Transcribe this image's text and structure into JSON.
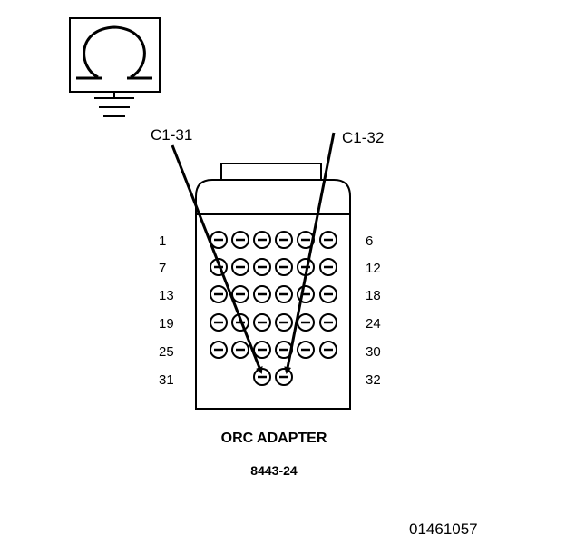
{
  "meter": {
    "icon": "ohm-symbol-icon",
    "ground_icon": "ground-icon"
  },
  "probes": {
    "left": "C1-31",
    "right": "C1-32"
  },
  "connector": {
    "row_labels_left": [
      "1",
      "7",
      "13",
      "19",
      "25",
      "31"
    ],
    "row_labels_right": [
      "6",
      "12",
      "18",
      "24",
      "30",
      "32"
    ]
  },
  "caption": {
    "line1": "ORC ADAPTER",
    "line2": "8443-24"
  },
  "figure_id": "01461057"
}
